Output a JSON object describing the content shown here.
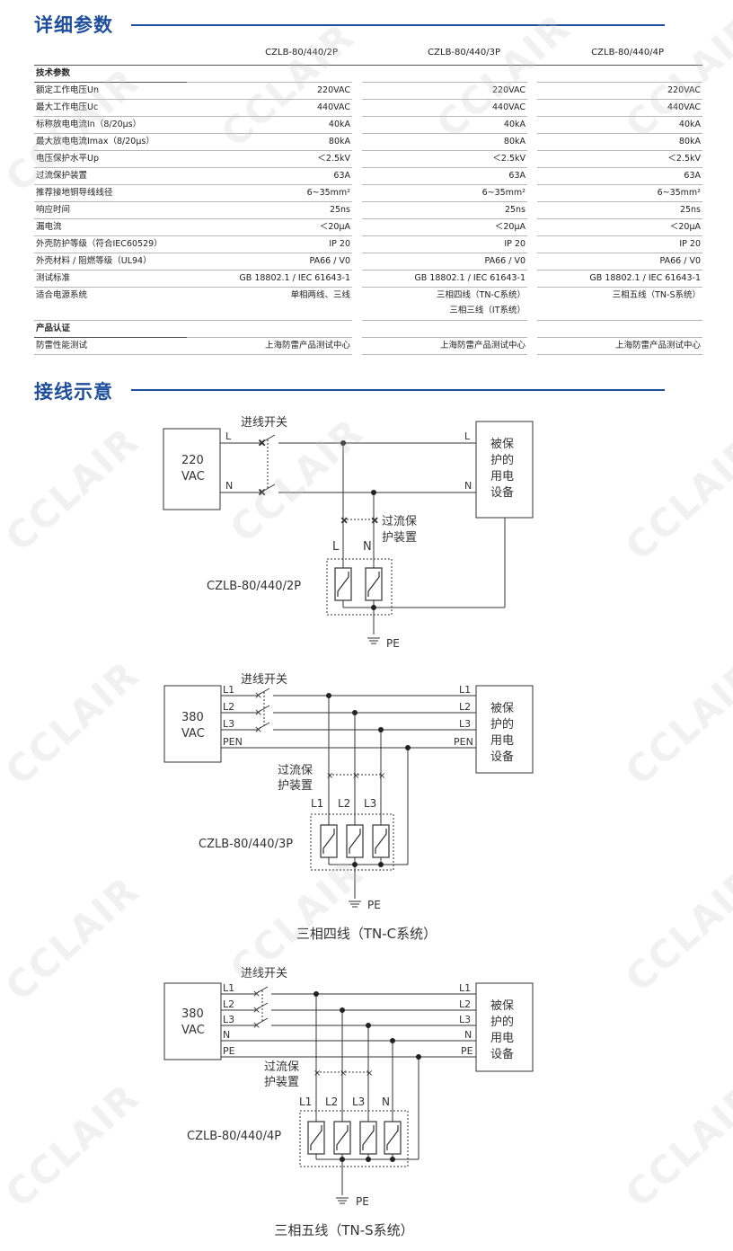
{
  "sections": {
    "params_title": "详细参数",
    "wiring_title": "接线示意"
  },
  "models": [
    "CZLB-80/440/2P",
    "CZLB-80/440/3P",
    "CZLB-80/440/4P"
  ],
  "tech_header": "技术参数",
  "rows": [
    {
      "label": "额定工作电压Un",
      "v": [
        "220VAC",
        "220VAC",
        "220VAC"
      ]
    },
    {
      "label": "最大工作电压Uc",
      "v": [
        "440VAC",
        "440VAC",
        "440VAC"
      ]
    },
    {
      "label": "标称放电电流In（8/20μs）",
      "v": [
        "40kA",
        "40kA",
        "40kA"
      ]
    },
    {
      "label": "最大放电电流Imax（8/20μs）",
      "v": [
        "80kA",
        "80kA",
        "80kA"
      ]
    },
    {
      "label": "电压保护水平Up",
      "v": [
        "＜2.5kV",
        "＜2.5kV",
        "＜2.5kV"
      ]
    },
    {
      "label": "过流保护装置",
      "v": [
        "63A",
        "63A",
        "63A"
      ]
    },
    {
      "label": "推荐接地铜导线线径",
      "v": [
        "6~35mm²",
        "6~35mm²",
        "6~35mm²"
      ]
    },
    {
      "label": "响应时间",
      "v": [
        "25ns",
        "25ns",
        "25ns"
      ]
    },
    {
      "label": "漏电流",
      "v": [
        "＜20μA",
        "＜20μA",
        "＜20μA"
      ]
    },
    {
      "label": "外壳防护等级（符合IEC60529）",
      "v": [
        "IP 20",
        "IP 20",
        "IP 20"
      ]
    },
    {
      "label": "外壳材料 / 阻燃等级（UL94）",
      "v": [
        "PA66 / V0",
        "PA66 / V0",
        "PA66 / V0"
      ]
    },
    {
      "label": "测试标准",
      "v": [
        "GB 18802.1 / IEC 61643-1",
        "GB 18802.1 / IEC 61643-1",
        "GB 18802.1 / IEC 61643-1"
      ]
    }
  ],
  "power_row": {
    "label": "适合电源系统",
    "v": [
      "单相两线、三线",
      "三相四线（TN-C系统）",
      "三相五线（TN-S系统）"
    ],
    "v2": [
      "",
      "三相三线（IT系统）",
      ""
    ]
  },
  "cert_header": "产品认证",
  "cert_row": {
    "label": "防雷性能测试",
    "v": [
      "上海防雷产品测试中心",
      "上海防雷产品测试中心",
      "上海防雷产品测试中心"
    ]
  },
  "diagram1": {
    "switch_label": "进线开关",
    "source": [
      "220",
      "VAC"
    ],
    "lines": [
      "L",
      "N"
    ],
    "device": [
      "被保",
      "护的",
      "用电",
      "设备"
    ],
    "ocp": [
      "过流保",
      "护装置"
    ],
    "spd_labels": [
      "L",
      "N"
    ],
    "model": "CZLB-80/440/2P",
    "pe": "PE"
  },
  "diagram2": {
    "switch_label": "进线开关",
    "source": [
      "380",
      "VAC"
    ],
    "lines": [
      "L1",
      "L2",
      "L3",
      "PEN"
    ],
    "device": [
      "被保",
      "护的",
      "用电",
      "设备"
    ],
    "ocp": [
      "过流保",
      "护装置"
    ],
    "spd_labels": [
      "L1",
      "L2",
      "L3"
    ],
    "model": "CZLB-80/440/3P",
    "pe": "PE",
    "caption": "三相四线（TN-C系统）"
  },
  "diagram3": {
    "switch_label": "进线开关",
    "source": [
      "380",
      "VAC"
    ],
    "lines": [
      "L1",
      "L2",
      "L3",
      "N",
      "PE"
    ],
    "device": [
      "被保",
      "护的",
      "用电",
      "设备"
    ],
    "ocp": [
      "过流保",
      "护装置"
    ],
    "spd_labels": [
      "L1",
      "L2",
      "L3",
      "N"
    ],
    "model": "CZLB-80/440/4P",
    "pe": "PE",
    "caption": "三相五线（TN-S系统）"
  },
  "watermark": "CCLAIR",
  "colors": {
    "accent": "#1f4f9c"
  }
}
